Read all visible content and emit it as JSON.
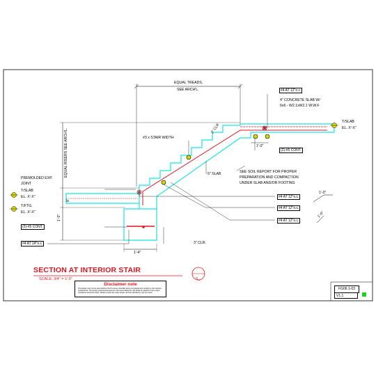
{
  "title": "SECTION AT INTERIOR STAIR",
  "scale": "SCALE: 3/4\" = 1'-0\"",
  "section_mark": {
    "top": "",
    "bottom": "S_"
  },
  "disclaimer": {
    "title": "Disclaimer note",
    "body": "This detail must not be used without the Pre-Issue checklist being completed and verified by the relevant professional. The design professional assumes full responsibility for this detail as applied to the project conditions and local codes. Please review the notes shown and this disclaimer note as noted."
  },
  "code": "FG06.1-03",
  "version": "V1.1",
  "labels": {
    "equal_treads_1": "EQUAL TREADS,",
    "equal_treads_2": "SEE ARCH'L.",
    "slab_note_1": "4\" CONCRETE SLAB W/",
    "slab_note_2": "6x6 - W2.1xW2.1 W.W.F",
    "rebar_top": "#4 AT 12\"o.c.",
    "tslab_right": "T/SLAB",
    "el_right": "EL. X'-X\"",
    "cont_right": "(2)-#5 CONT.",
    "dim_right": "1'-0\"",
    "clr_top": "3\" CLR",
    "stair_width": "#3 x STAIR WIDTH",
    "slab5": "5\" SLAB",
    "soil_1": "SEE SOIL REPORT FOR PROPER",
    "soil_2": "PREPARATION AND COMPACTION",
    "soil_3": "UNDER SLAB AND/OR FOOTING",
    "risers": "EQUAL RISERS SEE ARCH'L.",
    "premolded_1": "PREMOLDED EXP.",
    "premolded_2": "JOINT",
    "tslab_left": "T/SLAB",
    "el_left": "EL. X'-X\"",
    "tftg": "T/FTG.",
    "el_ftg": "EL. X'-X\"",
    "cont_left": "(2)-#5 CONT.",
    "rebar_left": "#4 AT 24\"o.c.",
    "dim_vert": "1'-0\"",
    "dim_vert2": "8\"",
    "dim_bottom": "1'-4\"",
    "clr_bottom": "3\" CLR.",
    "rebar_r1": "#4 AT 12\"o.c.",
    "rebar_r2": "#4 AT 12\"o.c.",
    "rebar_r3": "#4 AT 12\"o.c.",
    "dim_side1": "1'-0\"",
    "dim_side2": "1'-0\""
  },
  "colors": {
    "concrete": "#19e3e3",
    "rebar": "#e0141e",
    "title": "#e0141e",
    "linework": "#000000",
    "marker": "#d8d800"
  }
}
